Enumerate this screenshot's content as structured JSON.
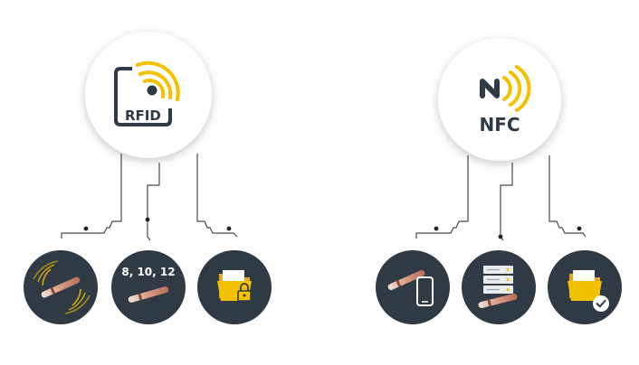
{
  "rfid": {
    "label": "RFID",
    "features": [
      {
        "icon": "rfid-wand-waves-icon"
      },
      {
        "icon": "rfid-wand-frequency-icon",
        "label": "8, 10, 12"
      },
      {
        "icon": "locked-folder-icon"
      }
    ]
  },
  "nfc": {
    "label": "NFC",
    "features": [
      {
        "icon": "wand-phone-icon"
      },
      {
        "icon": "server-wand-icon"
      },
      {
        "icon": "folder-check-icon"
      }
    ]
  },
  "colors": {
    "circle_dark": "#2f3a44",
    "accent_yellow": "#f2c200",
    "hub_white": "#ffffff",
    "line": "#4a4a4a"
  }
}
